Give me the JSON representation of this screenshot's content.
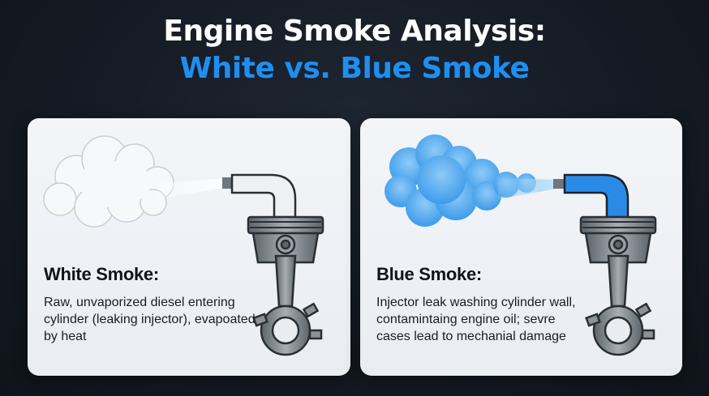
{
  "header": {
    "title_line1": "Engine Smoke Analysis:",
    "title_line2": "White vs. Blue Smoke"
  },
  "panels": [
    {
      "heading": "White Smoke:",
      "description": "Raw, unvaporized diesel entering cylinder (leaking injector), evapoated by heat",
      "smoke_color": "#f4f5f6",
      "injector_color": "#e8ecf0"
    },
    {
      "heading": "Blue Smoke:",
      "description": "Injector leak washing cylinder wall, contamintaing engine oil; sevre cases lead to mechanial damage",
      "smoke_color": "#4aa6ef",
      "injector_color": "#2a8be6"
    }
  ],
  "colors": {
    "accent": "#1e8ff0",
    "background": "#151b24",
    "metal": "#8b9299"
  },
  "icons": [
    "white-smoke-cloud-icon",
    "white-injector-icon",
    "piston-icon",
    "blue-smoke-cloud-icon",
    "blue-injector-icon"
  ]
}
